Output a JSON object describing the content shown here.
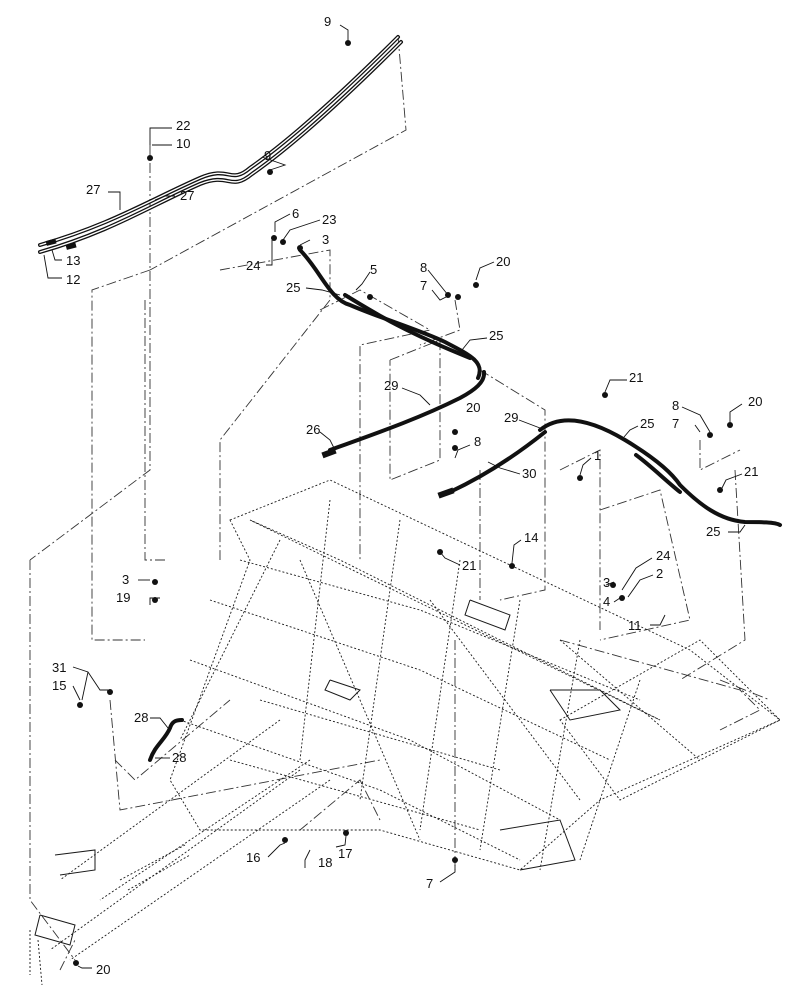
{
  "diagram": {
    "callouts": [
      {
        "id": "c9a",
        "text": "9"
      },
      {
        "id": "c22",
        "text": "22"
      },
      {
        "id": "c10",
        "text": "10"
      },
      {
        "id": "c9b",
        "text": "9"
      },
      {
        "id": "c27a",
        "text": "27"
      },
      {
        "id": "c27b",
        "text": "27"
      },
      {
        "id": "c13",
        "text": "13"
      },
      {
        "id": "c12",
        "text": "12"
      },
      {
        "id": "c6",
        "text": "6"
      },
      {
        "id": "c23",
        "text": "23"
      },
      {
        "id": "c3a",
        "text": "3"
      },
      {
        "id": "c24a",
        "text": "24"
      },
      {
        "id": "c5",
        "text": "5"
      },
      {
        "id": "c8a",
        "text": "8"
      },
      {
        "id": "c20a",
        "text": "20"
      },
      {
        "id": "c7a",
        "text": "7"
      },
      {
        "id": "c25a",
        "text": "25"
      },
      {
        "id": "c25b",
        "text": "25"
      },
      {
        "id": "c29a",
        "text": "29"
      },
      {
        "id": "c21a",
        "text": "21"
      },
      {
        "id": "c8b",
        "text": "8"
      },
      {
        "id": "c20b",
        "text": "20"
      },
      {
        "id": "c7b",
        "text": "7"
      },
      {
        "id": "c20c",
        "text": "20"
      },
      {
        "id": "c29b",
        "text": "29"
      },
      {
        "id": "c25c",
        "text": "25"
      },
      {
        "id": "c26",
        "text": "26"
      },
      {
        "id": "c8c",
        "text": "8"
      },
      {
        "id": "c1",
        "text": "1"
      },
      {
        "id": "c30",
        "text": "30"
      },
      {
        "id": "c21b",
        "text": "21"
      },
      {
        "id": "c25d",
        "text": "25"
      },
      {
        "id": "c14",
        "text": "14"
      },
      {
        "id": "c21c",
        "text": "21"
      },
      {
        "id": "c24b",
        "text": "24"
      },
      {
        "id": "c3b",
        "text": "3"
      },
      {
        "id": "c2",
        "text": "2"
      },
      {
        "id": "c4",
        "text": "4"
      },
      {
        "id": "c11",
        "text": "11"
      },
      {
        "id": "c3c",
        "text": "3"
      },
      {
        "id": "c19",
        "text": "19"
      },
      {
        "id": "c31",
        "text": "31"
      },
      {
        "id": "c15",
        "text": "15"
      },
      {
        "id": "c28a",
        "text": "28"
      },
      {
        "id": "c28b",
        "text": "28"
      },
      {
        "id": "c16",
        "text": "16"
      },
      {
        "id": "c18",
        "text": "18"
      },
      {
        "id": "c17",
        "text": "17"
      },
      {
        "id": "c7c",
        "text": "7"
      },
      {
        "id": "c20d",
        "text": "20"
      }
    ]
  }
}
